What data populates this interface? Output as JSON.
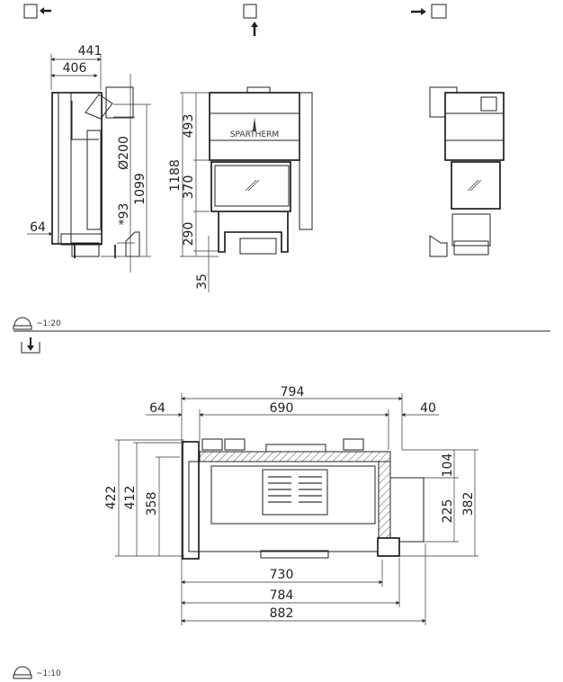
{
  "views": {
    "left_side": {
      "dims": {
        "w441": "441",
        "w406": "406",
        "d200": "Ø200",
        "h1099": "1099",
        "h93": "*93",
        "w64": "64"
      }
    },
    "front": {
      "dims": {
        "h1188": "1188",
        "h493": "493",
        "h370": "370",
        "h290": "290",
        "h35": "35"
      },
      "logo": "SPARTHERM"
    },
    "right_side": {}
  },
  "scale_top": "~1:20",
  "plan": {
    "dims": {
      "w794": "794",
      "w690": "690",
      "w64": "64",
      "w40": "40",
      "h422": "422",
      "h412": "412",
      "h358": "358",
      "h104": "104",
      "h225": "225",
      "h382": "382",
      "w730": "730",
      "w784": "784",
      "w882": "882"
    }
  },
  "scale_bottom": "~1:10",
  "colors": {
    "line": "#222222",
    "background": "#ffffff"
  }
}
